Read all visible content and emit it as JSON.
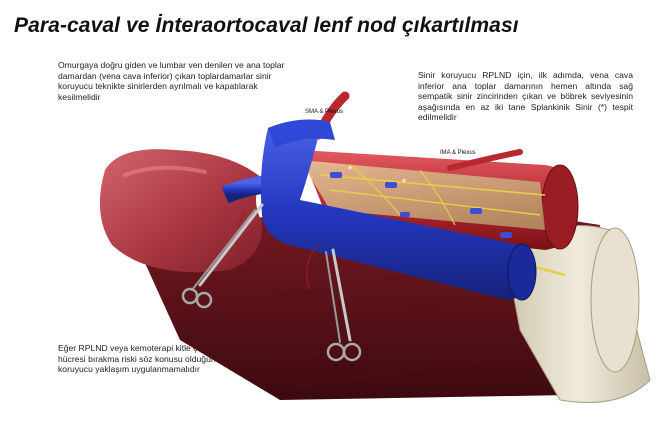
{
  "title": "Para-caval ve İnteraortocaval lenf nod çıkartılması",
  "notes": {
    "left": "Omurgaya doğru giden ve lumbar ven denilen ve ana toplar damardan (vena cava inferior) çıkan toplardamarlar sinir koruyucu teknikte sinirlerden ayrılmalı ve kapatılarak kesilmelidir",
    "right": "Sinir koruyucu RPLND için, ilk adımda, vena cava inferior ana toplar damarının hemen altında sağ sempatik sinir zincirinden çıkan ve böbrek seviyesinin aşağısında en az iki tane Splankinik Sinir (*) tespit edilmelidir",
    "bottom": "Eğer RPLND veya kemoterapi kitle çıkartılması sırasında, geride tümör hücresi bırakma riski söz konusu olduğunda, KESİNLİKLE, sinir koruyucu yaklaşım uygulanmamalıdır"
  },
  "labels": {
    "sma": "SMA & Plexus",
    "ima": "IMA & Plexus",
    "star1": "*",
    "star2": "*"
  },
  "colors": {
    "vein": "#2a3fc4",
    "artery": "#c4323a",
    "kidney": "#b2404a",
    "nerve": "#e6cf47",
    "spine": "#e2dccb"
  }
}
